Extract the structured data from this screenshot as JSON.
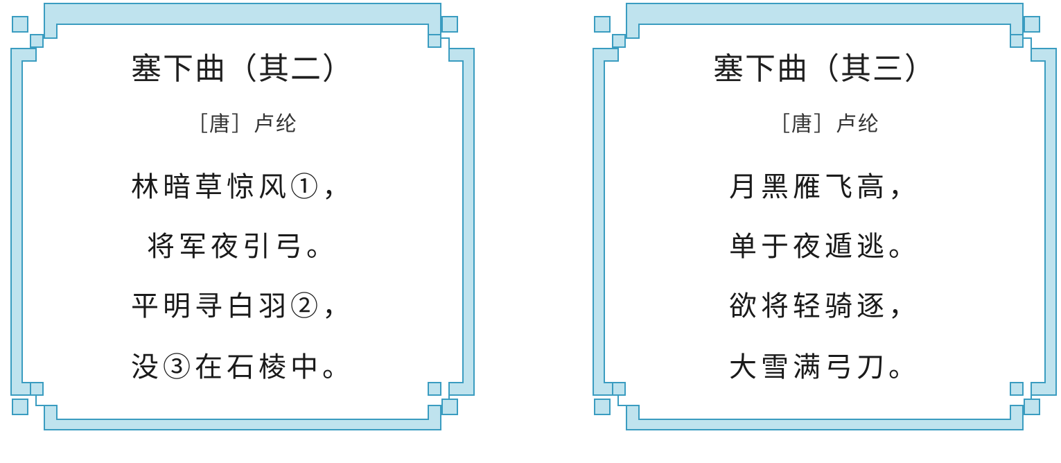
{
  "colors": {
    "frame_fill": "#bfe3ee",
    "frame_stroke": "#3a9cc0",
    "background": "#ffffff",
    "text": "#1a1a1a"
  },
  "poems": [
    {
      "title": "塞下曲（其二）",
      "author": "［唐］卢纶",
      "lines": [
        "林暗草惊风①，",
        "将军夜引弓。",
        "平明寻白羽②，",
        "没③在石棱中。"
      ]
    },
    {
      "title": "塞下曲（其三）",
      "author": "［唐］卢纶",
      "lines": [
        "月黑雁飞高，",
        "单于夜遁逃。",
        "欲将轻骑逐，",
        "大雪满弓刀。"
      ]
    }
  ]
}
